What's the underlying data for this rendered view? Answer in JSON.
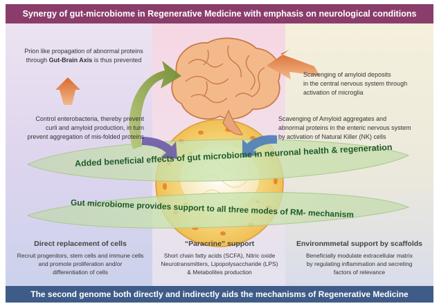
{
  "title": "Synergy of gut-microbiome in Regenerative Medicine with emphasis on neurological conditions",
  "footer": "The second genome both directly and indirectly aids the mechanisms of Regenerative Medicine",
  "top_left": {
    "line1": "Prion like propagation of abnormal proteins",
    "line2_prefix": "through",
    "line2_bold": "Gut-Brain Axis",
    "line2_suffix": "is thus prevented"
  },
  "top_right": [
    "Scavenging of amyloid deposits",
    "in the central nervous system through",
    "activation of microglia"
  ],
  "mid_left": [
    "Control enterobacteria, thereby prevent",
    "curli and amyloid production, in turn",
    "prevent aggregation of mis-folded proteins"
  ],
  "mid_right": [
    "Scavenging of Amyloid aggregates and",
    "abnormal proteins in the enteric nervous system",
    "by activation of Natural Killer (NK) cells"
  ],
  "band_upper": "Added beneficial effects of gut microbiome in neuronal health & regeneration",
  "band_lower": "Gut microbiome provides support to all three modes of RM- mechanism",
  "col_left": {
    "heading": "Direct replacement of cells",
    "lines": [
      "Recruit progenitors, stem cells and immune cells",
      "and promote proliferation and/or",
      "differentiation of cells"
    ]
  },
  "col_mid": {
    "heading": "“Paracrine” support",
    "lines": [
      "Short chain fatty acids (SCFA), Nitric oxide",
      "Neurotransmitters, Lipopolysaccharide (LPS)",
      "& Metabolites production"
    ]
  },
  "col_right": {
    "heading": "Environmmetal support by scaffolds",
    "lines": [
      "Beneficially modulate extracellular matrix",
      "by regulating inflammation and secreting",
      "factors of relevance"
    ]
  },
  "colors": {
    "title_bar": "#8a3d6b",
    "footer_bar": "#3f5c88",
    "band_text": "#1e5a2a",
    "brain": "#f0b07a",
    "cell": "#f3c865"
  }
}
